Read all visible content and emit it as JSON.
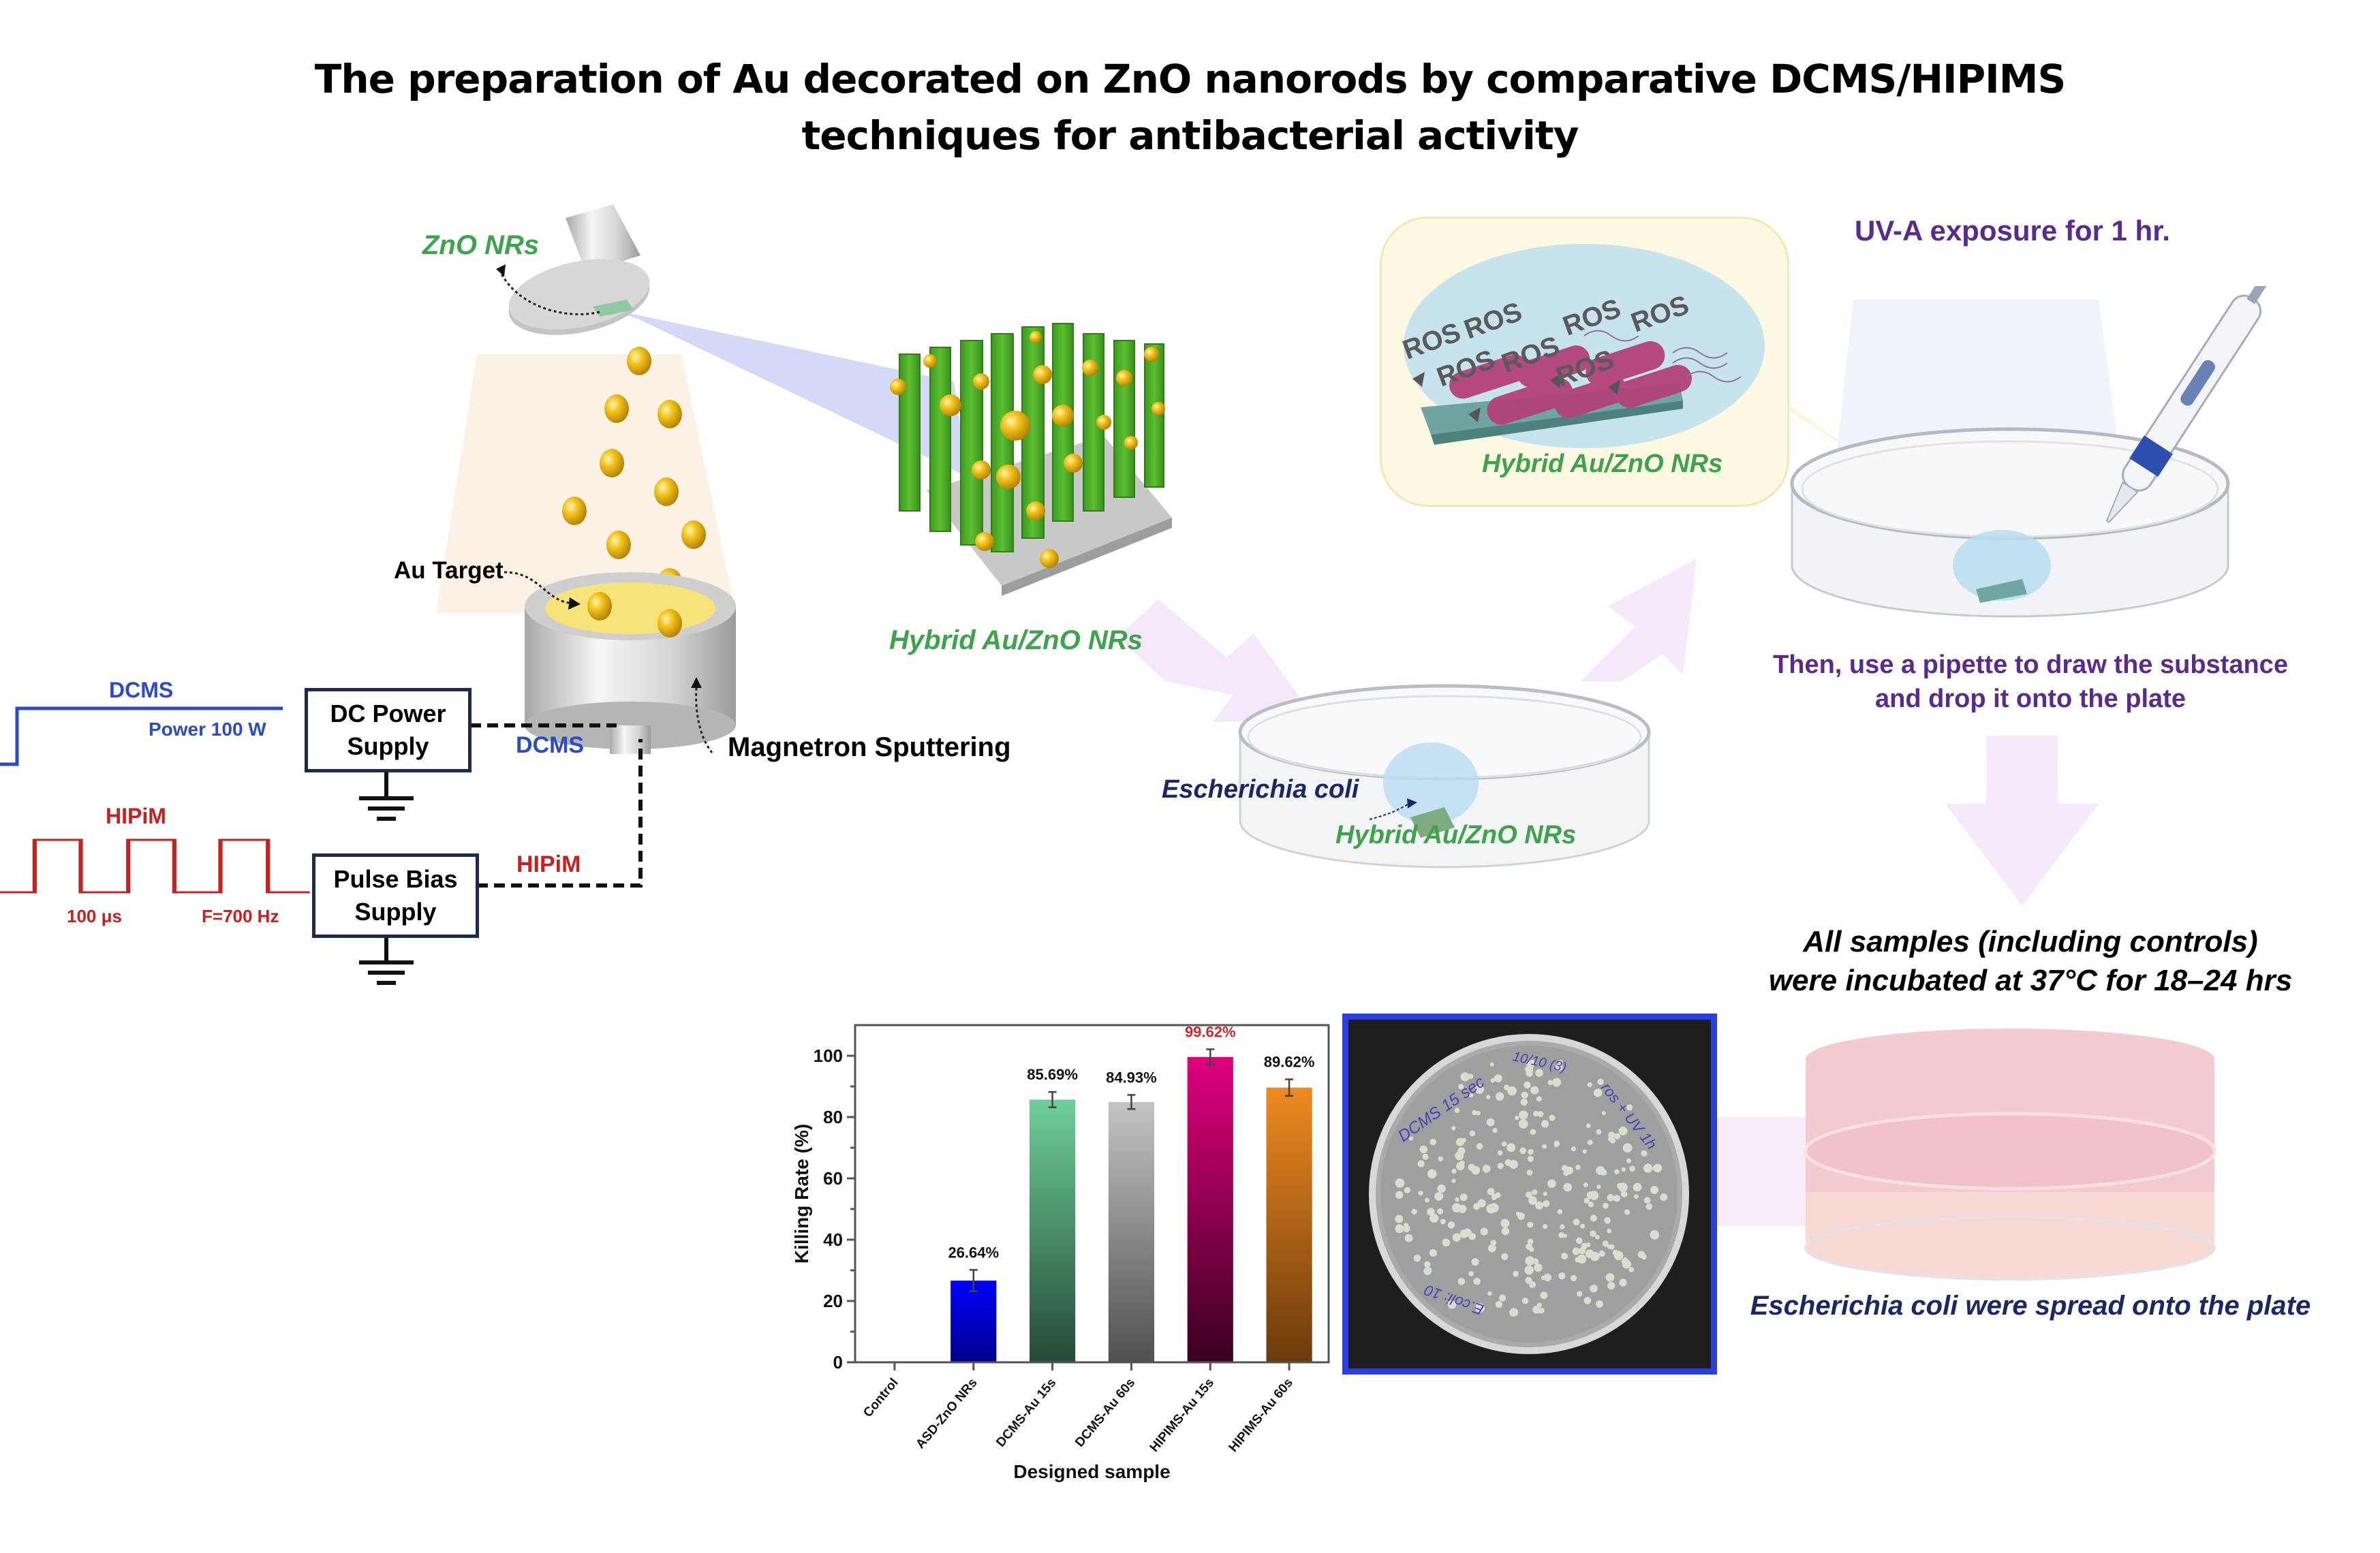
{
  "title": {
    "line1": "The preparation of Au decorated on ZnO nanorods by comparative DCMS/HIPIMS",
    "line2": "techniques for antibacterial activity"
  },
  "sputtering": {
    "substrate_label": "ZnO NRs",
    "target_label": "Au Target",
    "system_label": "Magnetron Sputtering",
    "product_label": "Hybrid Au/ZnO NRs"
  },
  "circuit": {
    "dcms": {
      "waveform_label": "DCMS",
      "power_label": "Power 100 W",
      "supply_line1": "DC Power",
      "supply_line2": "Supply",
      "connection_label": "DCMS",
      "color": "#2b4bc8"
    },
    "hipims": {
      "waveform_label": "HIPiM",
      "pulse_width_label": "100 μs",
      "frequency_label": "F=700 Hz",
      "supply_line1": "Pulse Bias",
      "supply_line2": "Supply",
      "connection_label": "HIPiM",
      "color": "#c8201f"
    }
  },
  "antibacterial": {
    "dish1_bacteria_label": "Escherichia coli",
    "dish1_material_label": "Hybrid Au/ZnO NRs",
    "ros_labels": [
      "ROS",
      "ROS",
      "ROS",
      "ROS",
      "ROS",
      "ROS",
      "ROS"
    ],
    "callout_material_label": "Hybrid Au/ZnO NRs",
    "uv_label": "UV-A exposure for 1 hr.",
    "pipette_line1": "Then, use a pipette to draw the substance",
    "pipette_line2": "and drop it onto the plate",
    "incubation_line1": "All samples (including controls)",
    "incubation_line2": "were incubated at 37°C for 18–24 hrs",
    "spread_label": "Escherichia coli were spread onto the plate",
    "plate_photo_handwriting": [
      "DCMS 15 sec",
      "10/10 (3)",
      "ros + UV 1h",
      "E.coli: 10"
    ]
  },
  "colors": {
    "green_label": "#3fa34d",
    "purple_label": "#5b2a8e",
    "navy_label": "#1c2766",
    "photo_frame": "#2a3fe0"
  },
  "chart_data": {
    "type": "bar",
    "title": "",
    "xlabel": "Designed sample",
    "ylabel": "Killing Rate (%)",
    "ylim": [
      0,
      110
    ],
    "yticks": [
      0,
      20,
      40,
      60,
      80,
      100
    ],
    "grid": false,
    "legend": "none",
    "categories": [
      "Control",
      "ASD-ZnO NRs",
      "DCMS-Au 15s",
      "DCMS-Au 60s",
      "HIPIMS-Au 15s",
      "HIPIMS-Au 60s"
    ],
    "values": [
      0,
      26.64,
      85.69,
      84.93,
      99.62,
      89.62
    ],
    "errors": [
      0,
      3.5,
      2.5,
      2.3,
      2.5,
      2.7
    ],
    "data_labels": [
      "",
      "26.64%",
      "85.69%",
      "84.93%",
      "99.62%",
      "89.62%"
    ],
    "bar_colors": [
      [
        "#ffffff",
        "#ffffff"
      ],
      [
        "#0000ff",
        "#00008a"
      ],
      [
        "#6fcf9a",
        "#244a36"
      ],
      [
        "#c4c4c4",
        "#505050"
      ],
      [
        "#e0007f",
        "#3a0020"
      ],
      [
        "#f08a20",
        "#6b3a0c"
      ]
    ],
    "highlight_label_color": "#d0262f"
  }
}
